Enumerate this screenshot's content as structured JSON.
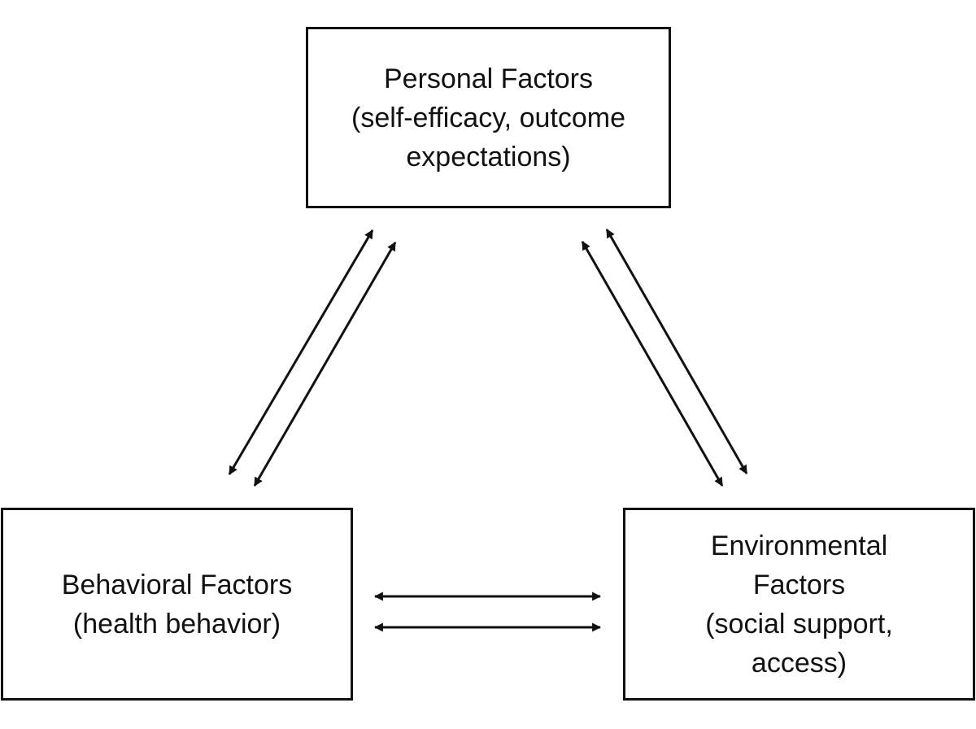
{
  "diagram": {
    "personal": {
      "title": "Personal Factors",
      "detail_line1": "(self-efficacy, outcome",
      "detail_line2": "expectations)"
    },
    "behavioral": {
      "title": "Behavioral Factors",
      "detail_line1": "(health behavior)"
    },
    "environmental": {
      "title_line1": "Environmental",
      "title_line2": "Factors",
      "detail_line1": "(social support,",
      "detail_line2": "access)"
    },
    "colors": {
      "line": "#111111",
      "background": "#ffffff"
    }
  }
}
